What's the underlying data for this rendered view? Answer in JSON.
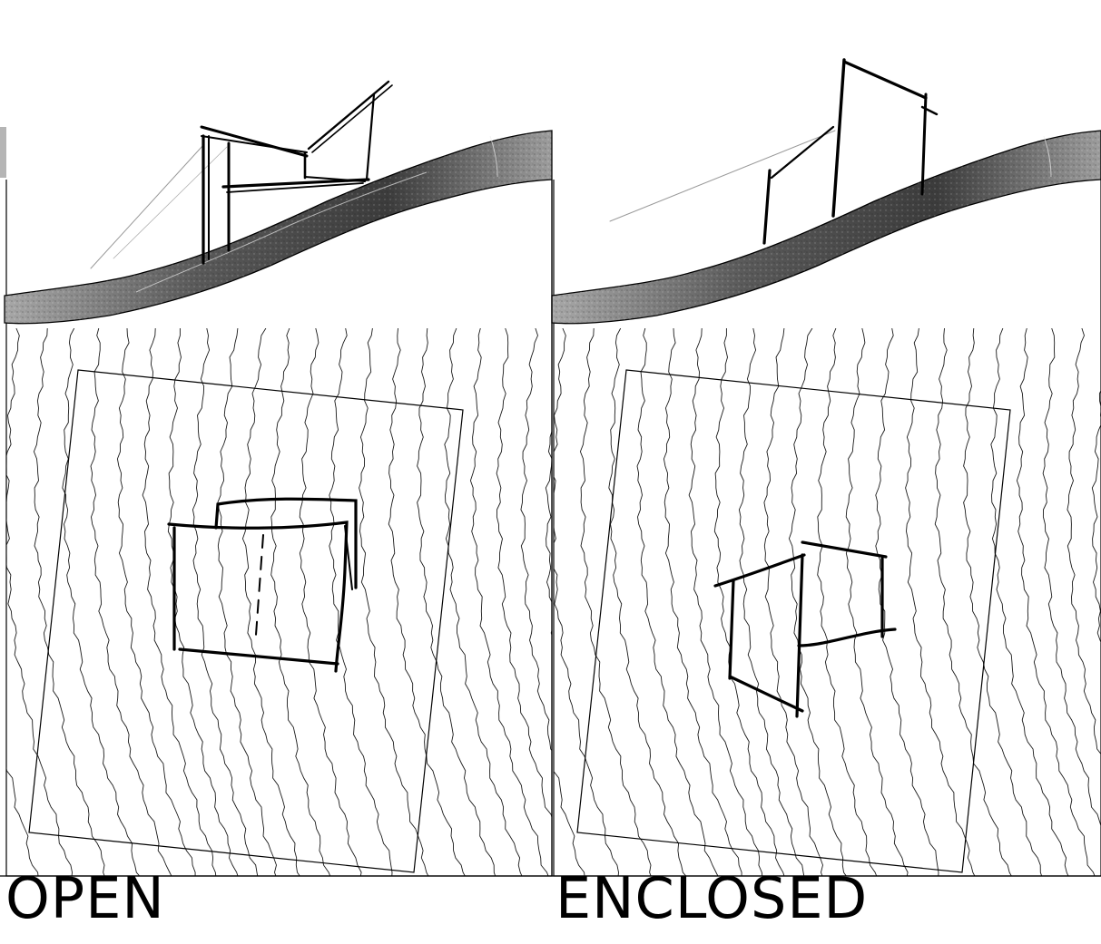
{
  "panels": [
    {
      "id": "open",
      "caption": "OPEN"
    },
    {
      "id": "enclosed",
      "caption": "ENCLOSED"
    }
  ],
  "colors": {
    "background": "#ffffff",
    "ink": "#000000",
    "terrain_light": "#d9d9d9",
    "terrain_dark": "#4a4a4a",
    "contour": "#1a1a1a",
    "guide_line": "#9a9a9a"
  }
}
